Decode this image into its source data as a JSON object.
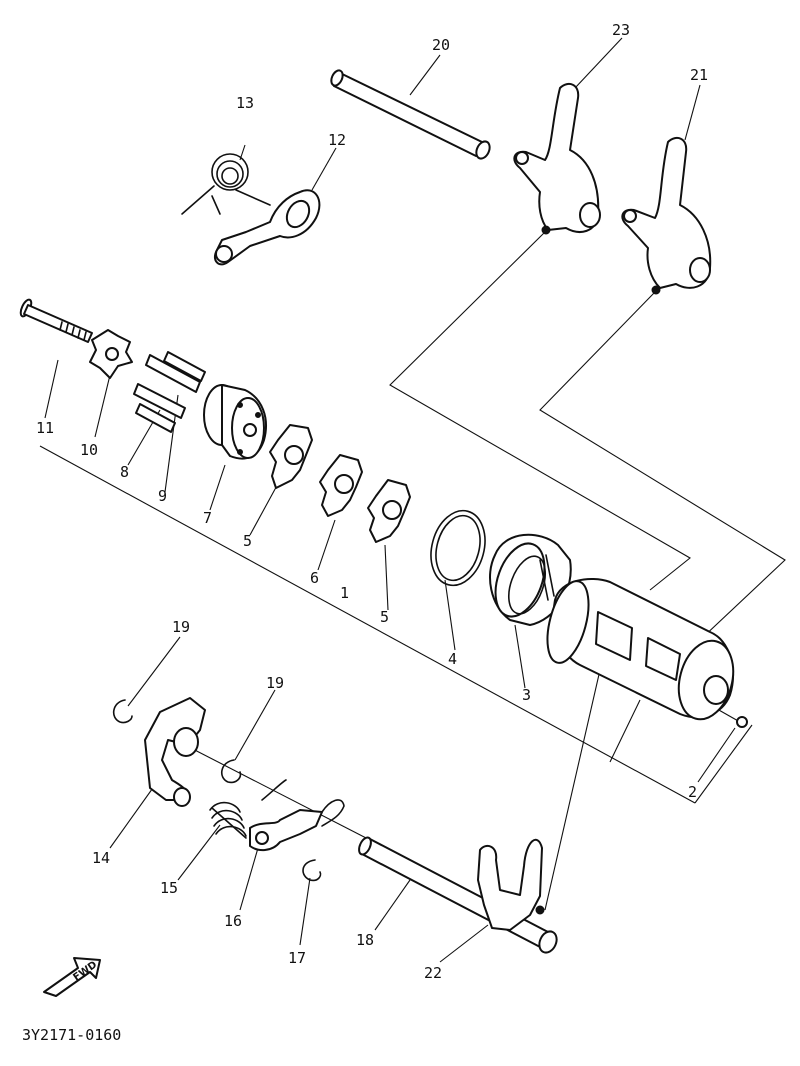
{
  "callouts": {
    "c1": "1",
    "c2": "2",
    "c3": "3",
    "c4": "4",
    "c5a": "5",
    "c5b": "5",
    "c6": "6",
    "c7": "7",
    "c8": "8",
    "c9": "9",
    "c10": "10",
    "c11": "11",
    "c12": "12",
    "c13": "13",
    "c14": "14",
    "c15": "15",
    "c16": "16",
    "c17": "17",
    "c18": "18",
    "c19a": "19",
    "c19b": "19",
    "c20": "20",
    "c21": "21",
    "c22": "22",
    "c23": "23"
  },
  "direction_label": "FWD",
  "diagram_code": "3Y2171-0160"
}
